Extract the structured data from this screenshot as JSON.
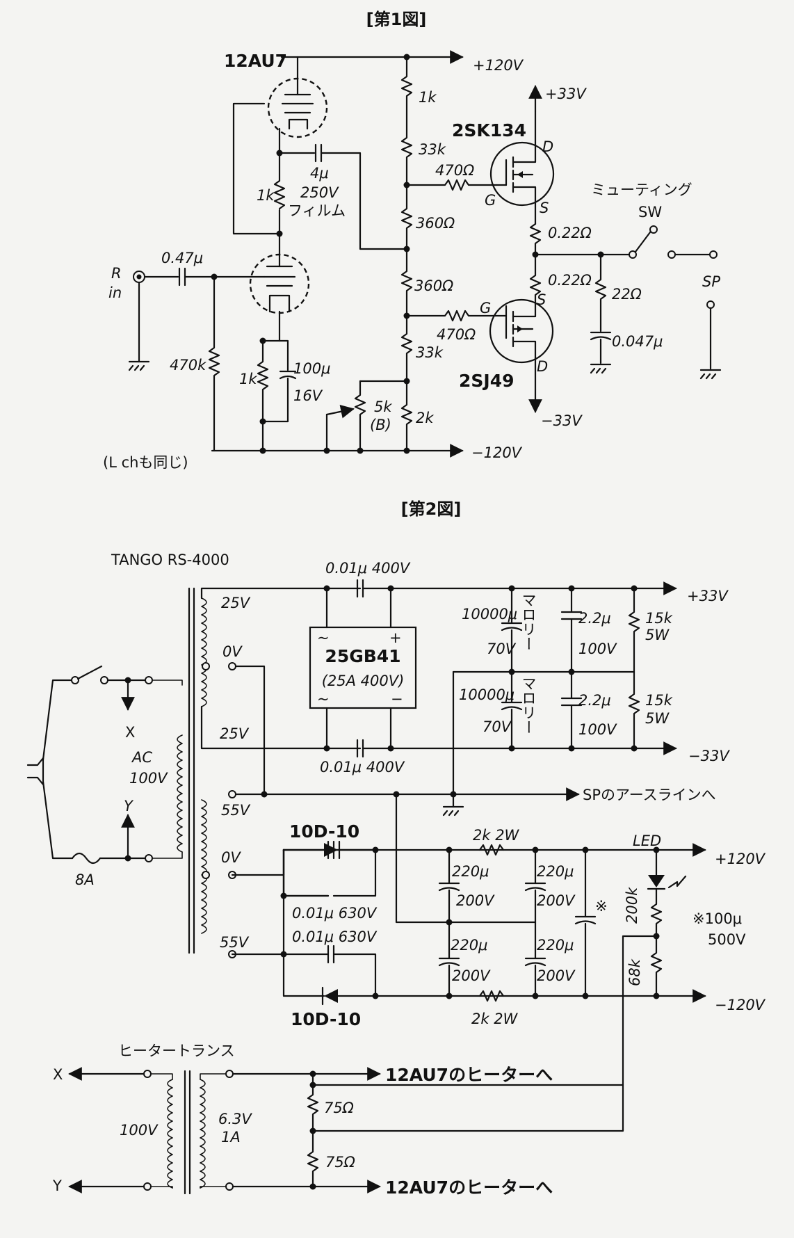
{
  "fig1": {
    "title": "[第1図]",
    "tube": "12AU7",
    "fet_n": "2SK134",
    "fet_p": "2SJ49",
    "rails": {
      "p120": "+120V",
      "n120": "−120V",
      "p33": "+33V",
      "n33": "−33V"
    },
    "input": {
      "label_r": "R",
      "label_in": "in",
      "cap": "0.47μ",
      "r_grid": "470k"
    },
    "coupling": {
      "cap": "4μ",
      "volt": "250V",
      "kind": "フィルム"
    },
    "resistors": {
      "r1k_top": "1k",
      "r33k_a": "33k",
      "r360_a": "360Ω",
      "r360_b": "360Ω",
      "r33k_b": "33k",
      "r2k": "2k",
      "r_mid_1k": "1k",
      "r_cath_1k": "1k",
      "gate_a": "470Ω",
      "gate_b": "470Ω",
      "src_a": "0.22Ω",
      "src_b": "0.22Ω",
      "zobel_r": "22Ω",
      "vr": "5k",
      "vr_type": "(B)"
    },
    "cath_cap": {
      "value": "100μ",
      "volt": "16V"
    },
    "zobel_c": "0.047μ",
    "pins": {
      "d": "D",
      "g": "G",
      "s": "S"
    },
    "muting": {
      "label": "ミューティング",
      "sw": "SW"
    },
    "sp": "SP",
    "note": "(L chも同じ)"
  },
  "fig2": {
    "title": "[第2図]",
    "transformer": "TANGO RS-4000",
    "taps": {
      "t25a": "25V",
      "t0a": "0V",
      "t25b": "25V",
      "t55a": "55V",
      "t0b": "0V",
      "t55b": "55V"
    },
    "primary": {
      "ac": "AC",
      "v": "100V",
      "x": "X",
      "y": "Y",
      "fuse": "8A"
    },
    "bridge": {
      "name": "25GB41",
      "spec": "(25A 400V)",
      "plus": "+",
      "minus": "−",
      "ac_sym": "~"
    },
    "bypass_cap": {
      "top": "0.01μ 400V",
      "bottom": "0.01μ 400V"
    },
    "filter_caps": {
      "c1": "10000μ",
      "v1": "70V",
      "c2": "10000μ",
      "v2": "70V",
      "brand1": "マロリー",
      "brand2": "マロリー"
    },
    "film_caps": {
      "c1": "2.2μ",
      "v1": "100V",
      "c2": "2.2μ",
      "v2": "100V"
    },
    "bleeders": {
      "r1": "15k",
      "w1": "5W",
      "r2": "15k",
      "w2": "5W"
    },
    "rails": {
      "p33": "+33V",
      "n33": "−33V",
      "p120": "+120V",
      "n120": "−120V"
    },
    "sp_earth": "SPのアースラインへ",
    "diodes": {
      "top": "10D-10",
      "bottom": "10D-10"
    },
    "diode_caps": {
      "top": "0.01μ 630V",
      "bottom": "0.01μ 630V"
    },
    "hv_caps": {
      "c1": "220μ",
      "v1": "200V",
      "c2": "220μ",
      "v2": "200V",
      "c3": "220μ",
      "v3": "200V",
      "c4": "220μ",
      "v4": "200V"
    },
    "hv_res": {
      "top": "2k 2W",
      "bottom": "2k 2W"
    },
    "led": "LED",
    "divider": {
      "r1": "200k",
      "r2": "68k"
    },
    "mark": "※",
    "note": {
      "line1": "※100μ",
      "line2": "500V"
    }
  },
  "heater": {
    "title": "ヒータートランス",
    "x": "X",
    "y": "Y",
    "primary": "100V",
    "sec_v": "6.3V",
    "sec_a": "1A",
    "r1": "75Ω",
    "r2": "75Ω",
    "out1": "12AU7のヒーターへ",
    "out2": "12AU7のヒーターへ"
  }
}
